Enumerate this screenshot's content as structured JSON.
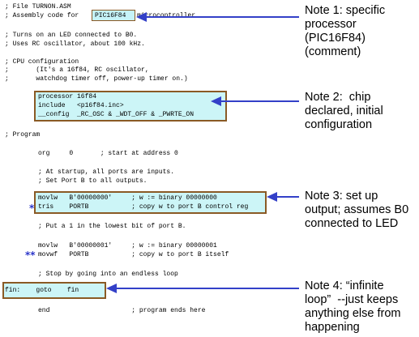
{
  "code_lines": [
    "; File TURNON.ASM",
    "; Assembly code for",
    "PIC16F84",
    "microcontroller",
    "; Turns on an LED connected to B0.",
    "; Uses RC oscillator, about 100 kHz.",
    "; CPU configuration",
    ";       (It's a 16f84, RC oscillator,",
    ";       watchdog timer off, power-up timer on.)",
    "processor 16f84",
    "include   <p16f84.inc>",
    "__config  _RC_OSC & _WDT_OFF & _PWRTE_ON",
    "; Program",
    "org     0       ; start at address 0",
    "; At startup, all ports are inputs.",
    "; Set Port B to all outputs.",
    "movlw   B'00000000'     ; w := binary 00000000",
    "tris    PORTB           ; copy w to port B control reg",
    "; Put a 1 in the lowest bit of port B.",
    "movlw   B'00000001'     ; w := binary 00000001",
    "movwf   PORTB           ; copy w to port B itself",
    "; Stop by going into an endless loop",
    "fin:    goto    fin",
    "end                     ; program ends here"
  ],
  "markers": {
    "single_star": "*",
    "double_star": "**"
  },
  "notes": [
    "Note 1: specific\nprocessor\n(PIC16F84)\n(comment)",
    "Note 2:  chip\ndeclared, initial\nconfiguration",
    "Note 3: set up\noutput; assumes B0\nconnected to LED",
    "Note 4: “infinite\nloop”  --just keeps\nanything else from\nhappening"
  ],
  "colors": {
    "highlight_fill": "#ccf5f7",
    "highlight_border": "#8a5a25",
    "arrow": "#3340c8",
    "star": "#2b35c9"
  }
}
